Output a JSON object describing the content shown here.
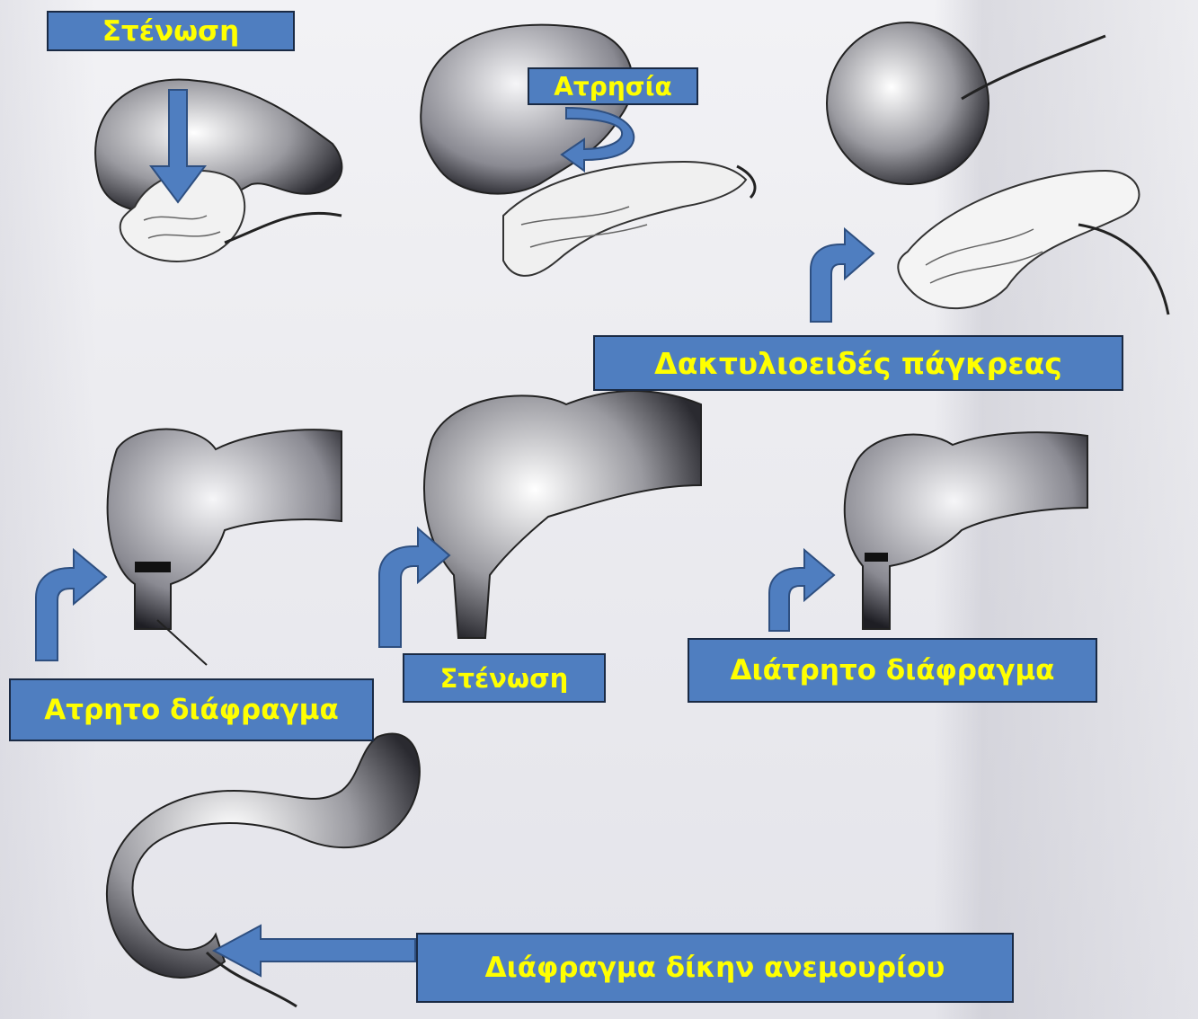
{
  "labels": {
    "stenosis_top": "Στένωση",
    "atresia": "Ατρησία",
    "annular_pancreas": "Δακτυλιοειδές πάγκρεας",
    "atretic_diaphragm": "Ατρητο διάφραγμα",
    "stenosis_mid": "Στένωση",
    "perforated_diaphragm": "Διάτρητο διάφραγμα",
    "windsock_diaphragm": "Διάφραγμα δίκην ανεμουρίου"
  },
  "colors": {
    "label_fill": "#4f7ec0",
    "label_text": "#ffff00",
    "label_border": "#1a2a44",
    "arrow_fill": "#4f7ec0",
    "arrow_stroke": "#2e4f80"
  }
}
